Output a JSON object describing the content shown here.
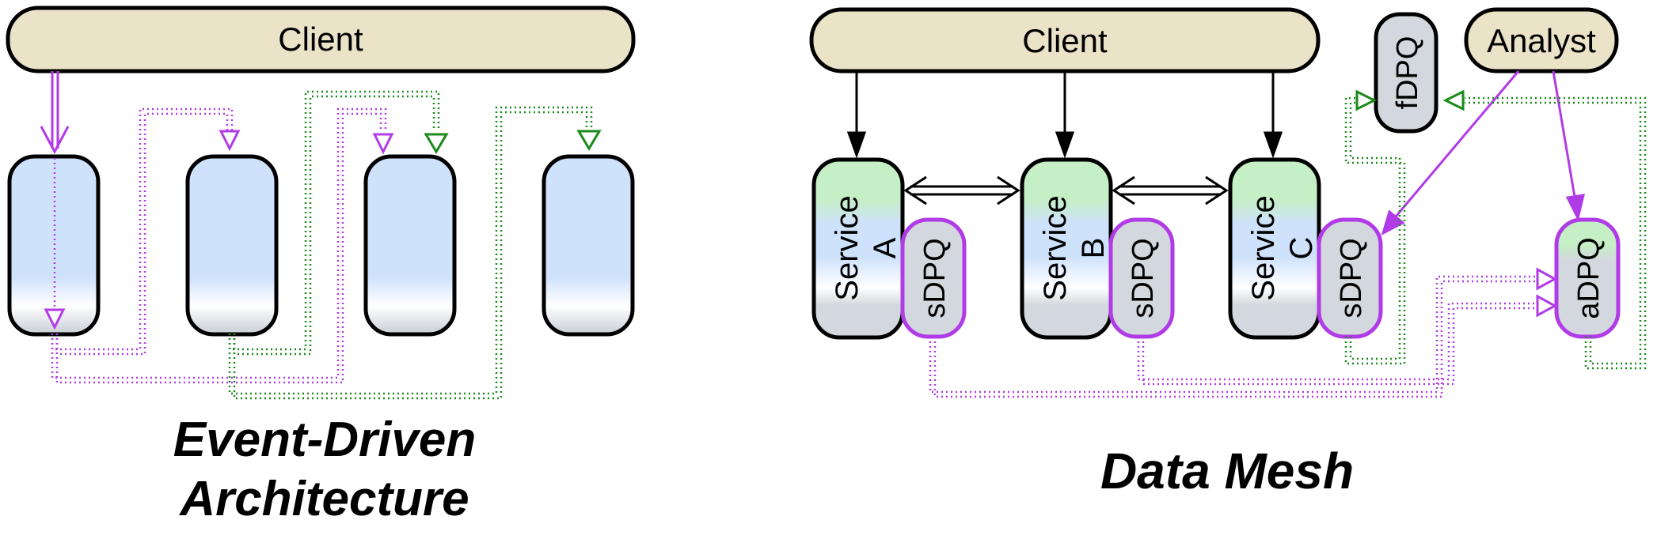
{
  "left": {
    "client_label": "Client",
    "title_line1": "Event-Driven",
    "title_line2": "Architecture"
  },
  "right": {
    "client_label": "Client",
    "analyst_label": "Analyst",
    "fdpq_label": "fDPQ",
    "adpq_label": "aDPQ",
    "services": [
      {
        "label": "Service",
        "letter": "A",
        "dpq": "sDPQ"
      },
      {
        "label": "Service",
        "letter": "B",
        "dpq": "sDPQ"
      },
      {
        "label": "Service",
        "letter": "C",
        "dpq": "sDPQ"
      }
    ],
    "title": "Data Mesh"
  },
  "colors": {
    "client_fill": "#eae3c8",
    "service_blue": "#cfe2fc",
    "service_green": "#c5efc4",
    "dpq_gray": "#d3d8de",
    "purple": "#b13be6",
    "green": "#1a8a1a"
  }
}
